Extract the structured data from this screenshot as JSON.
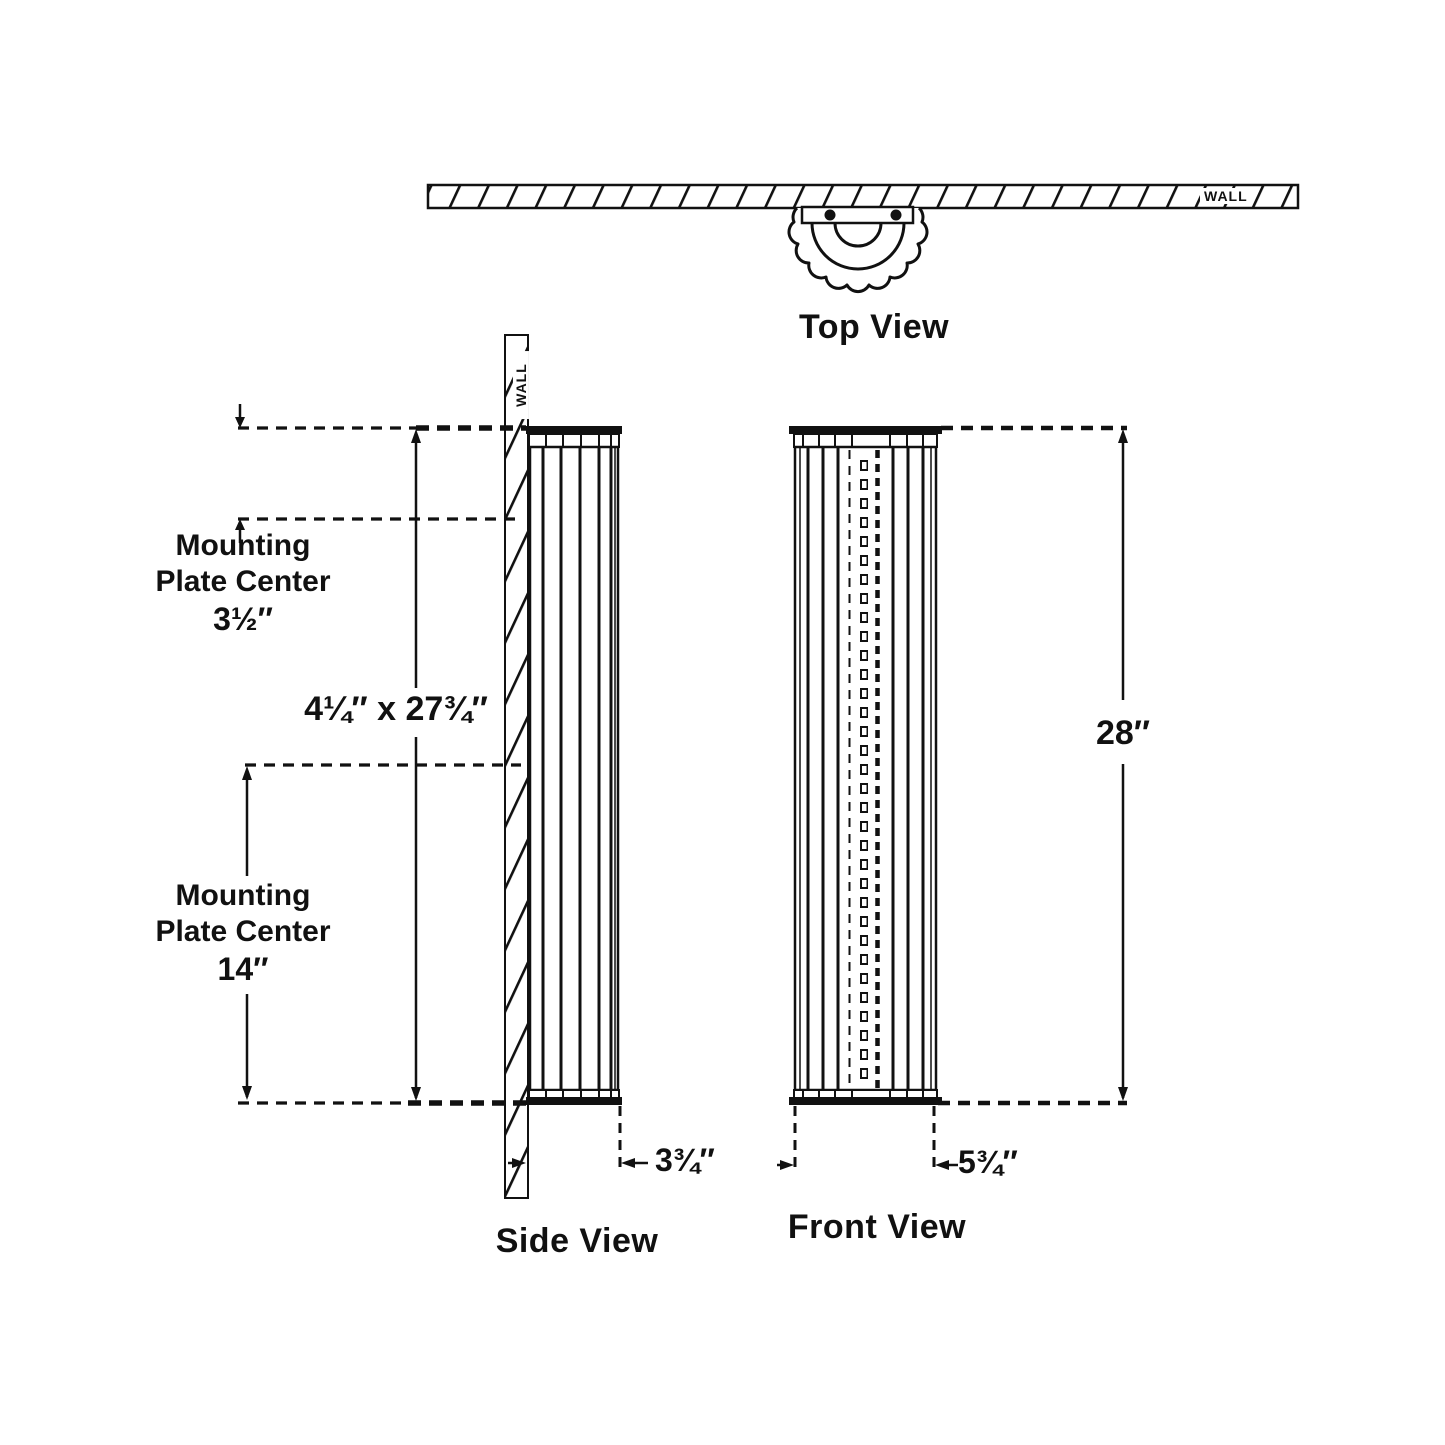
{
  "drawing": {
    "type": "sconce-dimension-drawing",
    "ink_color": "#111111",
    "views": {
      "top": {
        "label": "Top View",
        "wall_label": "WALL"
      },
      "side": {
        "label": "Side View",
        "wall_label": "WALL"
      },
      "front": {
        "label": "Front View"
      }
    },
    "dimensions": {
      "mounting_plate_center_top": {
        "label": "Mounting Plate Center",
        "value": "3½″"
      },
      "mounting_plate_center_bottom": {
        "label": "Mounting Plate Center",
        "value": "14″"
      },
      "fixture_size": "4¼″ x 27¾″",
      "overall_height": "28″",
      "side_depth": "3¾″",
      "front_width": "5¾″"
    }
  }
}
